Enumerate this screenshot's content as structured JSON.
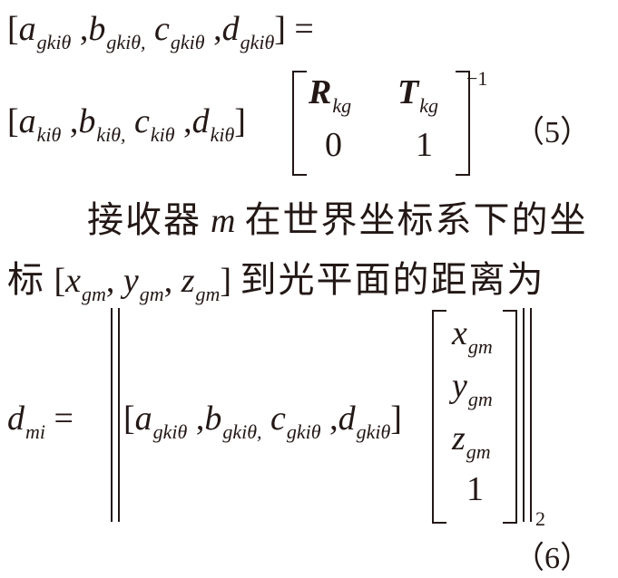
{
  "eq5": {
    "line1": {
      "open": "[",
      "a": "a",
      "a_sub": "gkiθ",
      "comma1": " ,",
      "b": "b",
      "b_sub": "gkiθ,",
      "c": "c",
      "c_sub": "gkiθ",
      "comma3": " ,",
      "d": "d",
      "d_sub": "gkiθ",
      "close": "] ="
    },
    "line2": {
      "open": "[",
      "a": "a",
      "a_sub": "kiθ",
      "comma1": " ,",
      "b": "b",
      "b_sub": "kiθ,",
      "c": "c",
      "c_sub": "kiθ",
      "comma3": " ,",
      "d": "d",
      "d_sub": "kiθ",
      "close": "]"
    },
    "matrix": {
      "r11": "R",
      "r11_sub": "kg",
      "r12": "T",
      "r12_sub": "kg",
      "r21": "0",
      "r22": "1",
      "sup": "−1"
    },
    "number": "（5）"
  },
  "text": {
    "line3": "接收器",
    "m": "m",
    "line3b": "在世界坐标系下的坐",
    "line4a": "标",
    "coord_open": "[",
    "x": "x",
    "x_sub": "gm",
    "y": "y",
    "y_sub": "gm",
    "z": "z",
    "z_sub": "gm",
    "coord_close": "]",
    "line4b": "到光平面的距离为"
  },
  "eq6": {
    "lhs": "d",
    "lhs_sub": "mi",
    "eq": "=",
    "open": "[",
    "a": "a",
    "a_sub": "gkiθ",
    "comma1": " ,",
    "b": "b",
    "b_sub": "gkiθ,",
    "c": "c",
    "c_sub": "gkiθ",
    "comma3": " ,",
    "d": "d",
    "d_sub": "gkiθ",
    "close": "]",
    "vector": [
      {
        "sym": "x",
        "sub": "gm"
      },
      {
        "sym": "y",
        "sub": "gm"
      },
      {
        "sym": "z",
        "sub": "gm"
      },
      {
        "sym": "1",
        "sub": ""
      }
    ],
    "norm_sub": "2",
    "number": "（6）"
  }
}
